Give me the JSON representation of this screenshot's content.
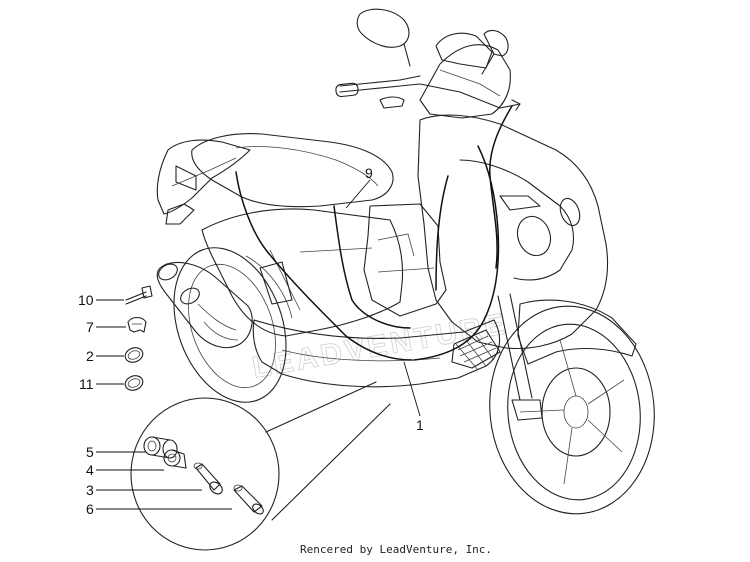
{
  "callouts": {
    "c9": "9",
    "c10": "10",
    "c7": "7",
    "c2": "2",
    "c11": "11",
    "c1": "1",
    "c5": "5",
    "c4": "4",
    "c3": "3",
    "c6": "6"
  },
  "watermark": "LEADVENTURE",
  "credit": "Rencered by LeadVenture, Inc."
}
